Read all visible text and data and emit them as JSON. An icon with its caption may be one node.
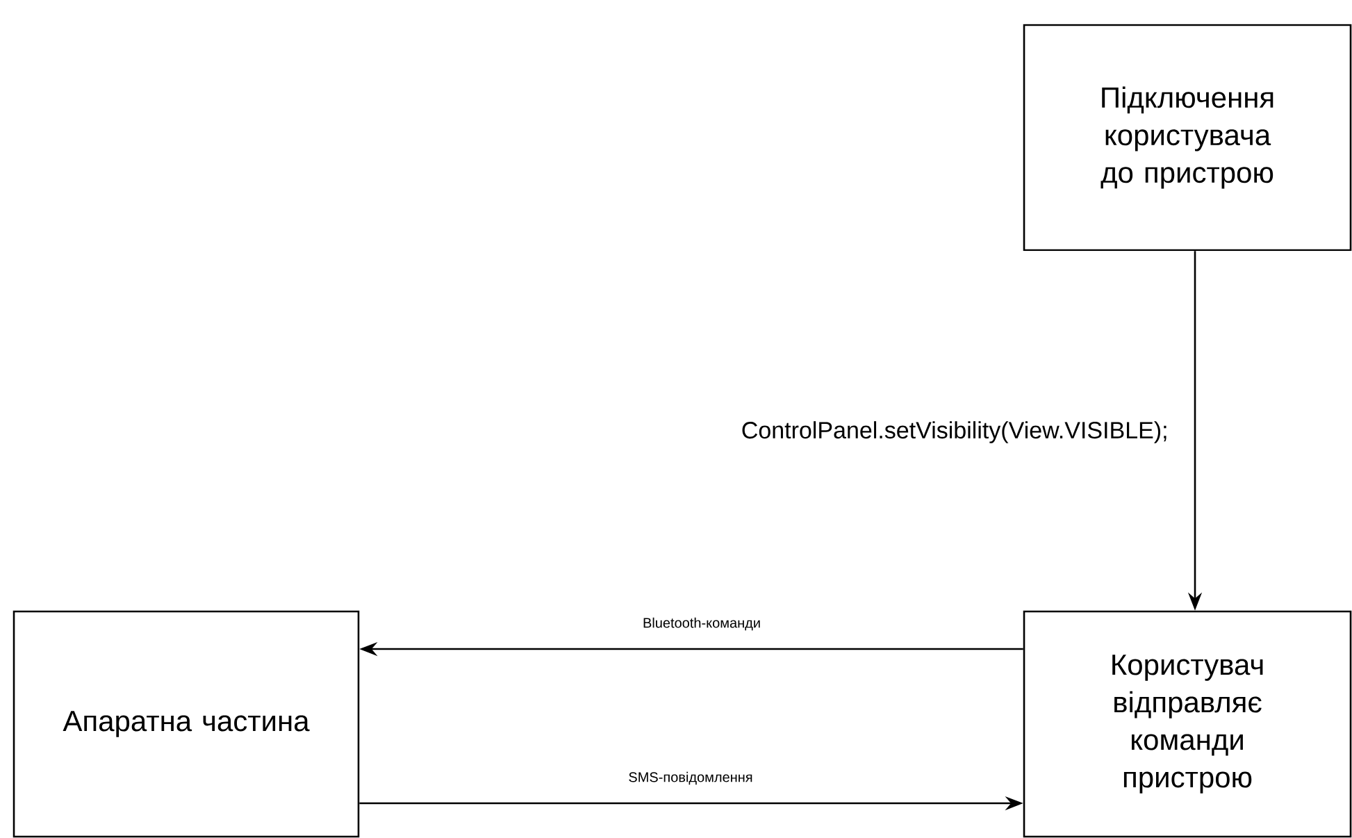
{
  "diagram": {
    "nodes": [
      {
        "text": [
          "Підключення користувача до пристрою"
        ]
      },
      {
        "text": [
          "Апаратна частина"
        ]
      },
      {
        "text": [
          "Користувач відправляє команди пристрою"
        ]
      }
    ],
    "edges": [
      {
        "from": 0,
        "to": 2,
        "arrow": "to",
        "label": "ControlPanel.setVisibility(View.VISIBLE);"
      },
      {
        "from": 2,
        "to": 1,
        "arrow": "to",
        "label": "Bluetooth-команди"
      },
      {
        "from": 1,
        "to": 2,
        "arrow": "to",
        "label": "SMS-повідомлення"
      }
    ]
  }
}
